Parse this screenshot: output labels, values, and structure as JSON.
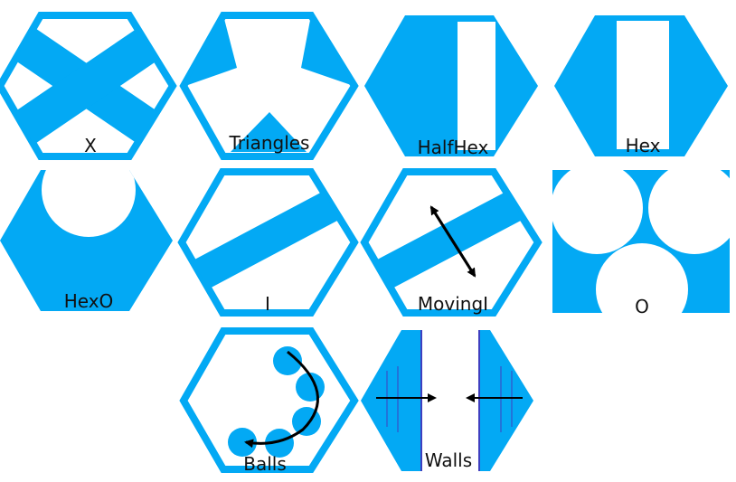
{
  "theme": {
    "accent": "#03a9f4",
    "background": "#ffffff",
    "arrow": "#000000",
    "wall_line": "#3f3fbf"
  },
  "tiles": [
    {
      "id": "x",
      "label": "X",
      "icon": "x-hexagon-icon"
    },
    {
      "id": "triangles",
      "label": "Triangles",
      "icon": "triangles-hexagon-icon"
    },
    {
      "id": "halfhex",
      "label": "HalfHex",
      "icon": "half-hexagon-icon"
    },
    {
      "id": "hex",
      "label": "Hex",
      "icon": "hexagon-icon"
    },
    {
      "id": "hexo",
      "label": "HexO",
      "icon": "hexagon-circle-icon"
    },
    {
      "id": "i",
      "label": "I",
      "icon": "diagonal-bar-hexagon-icon"
    },
    {
      "id": "movingi",
      "label": "MovingI",
      "icon": "moving-bar-hexagon-icon"
    },
    {
      "id": "o",
      "label": "O",
      "icon": "three-circles-icon"
    },
    {
      "id": "balls",
      "label": "Balls",
      "icon": "balls-hexagon-icon"
    },
    {
      "id": "walls",
      "label": "Walls",
      "icon": "walls-hexagon-icon"
    }
  ]
}
